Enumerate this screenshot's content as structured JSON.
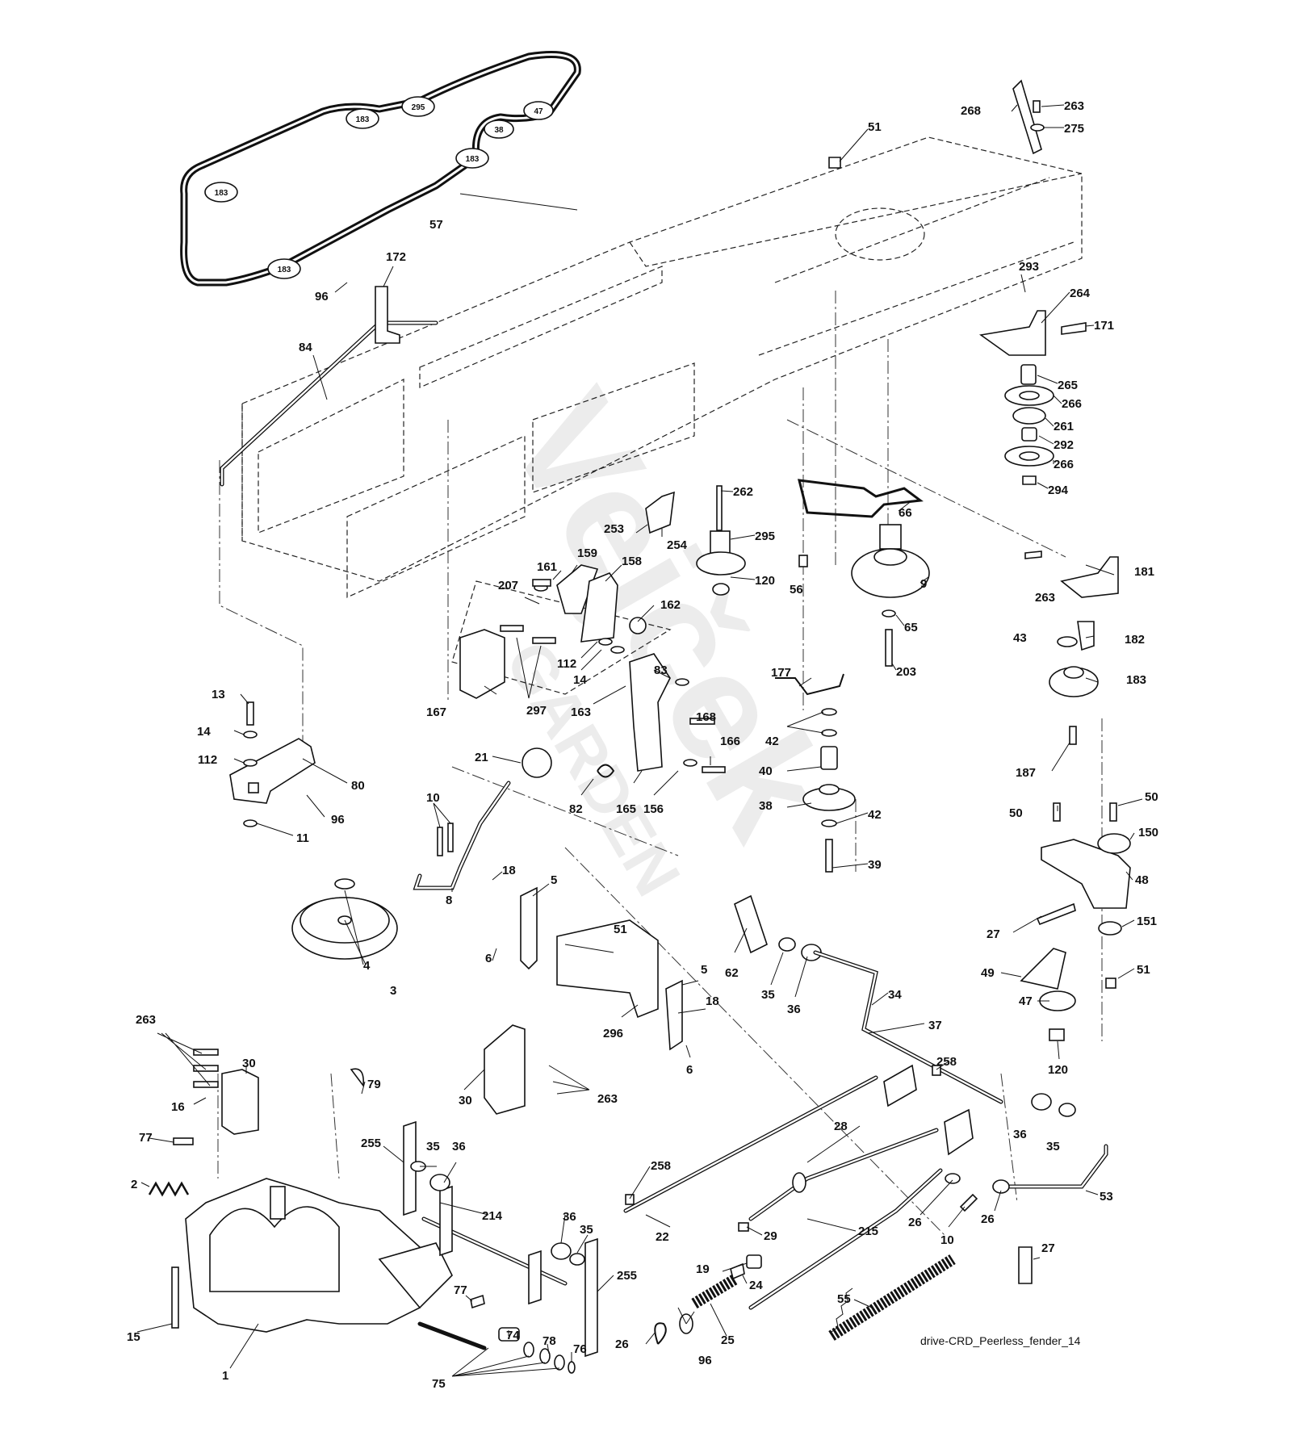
{
  "diagram": {
    "caption": "drive-CRD_Peerless_fender_14",
    "watermark": {
      "brand": "Vejček",
      "sub": "GARDEN"
    },
    "belt_pulley_labels": [
      {
        "id": "p295",
        "text": "295"
      },
      {
        "id": "p47",
        "text": "47"
      },
      {
        "id": "p183a",
        "text": "183"
      },
      {
        "id": "p38",
        "text": "38"
      },
      {
        "id": "p183b",
        "text": "183"
      },
      {
        "id": "p183c",
        "text": "183"
      },
      {
        "id": "p183d",
        "text": "183"
      }
    ],
    "callouts": [
      "57",
      "172",
      "96",
      "84",
      "51",
      "268",
      "263",
      "275",
      "293",
      "264",
      "171",
      "265",
      "266",
      "261",
      "292",
      "266",
      "294",
      "262",
      "295",
      "120",
      "66",
      "9",
      "56",
      "65",
      "203",
      "263",
      "181",
      "43",
      "182",
      "183",
      "187",
      "253",
      "254",
      "161",
      "159",
      "158",
      "207",
      "162",
      "112",
      "14",
      "83",
      "163",
      "167",
      "297",
      "177",
      "42",
      "40",
      "38",
      "42",
      "39",
      "13",
      "14",
      "112",
      "80",
      "96",
      "11",
      "21",
      "168",
      "166",
      "82",
      "165",
      "156",
      "10",
      "8",
      "18",
      "5",
      "6",
      "51",
      "296",
      "5",
      "18",
      "6",
      "62",
      "35",
      "36",
      "34",
      "37",
      "258",
      "50",
      "50",
      "150",
      "48",
      "27",
      "151",
      "49",
      "51",
      "47",
      "120",
      "4",
      "3",
      "263",
      "30",
      "16",
      "79",
      "77",
      "2",
      "15",
      "1",
      "30",
      "263",
      "255",
      "35",
      "36",
      "36",
      "35",
      "214",
      "255",
      "77",
      "74",
      "78",
      "76",
      "75",
      "258",
      "28",
      "22",
      "29",
      "215",
      "19",
      "24",
      "25",
      "26",
      "96",
      "26",
      "10",
      "26",
      "36",
      "35",
      "53",
      "27",
      "55"
    ]
  }
}
